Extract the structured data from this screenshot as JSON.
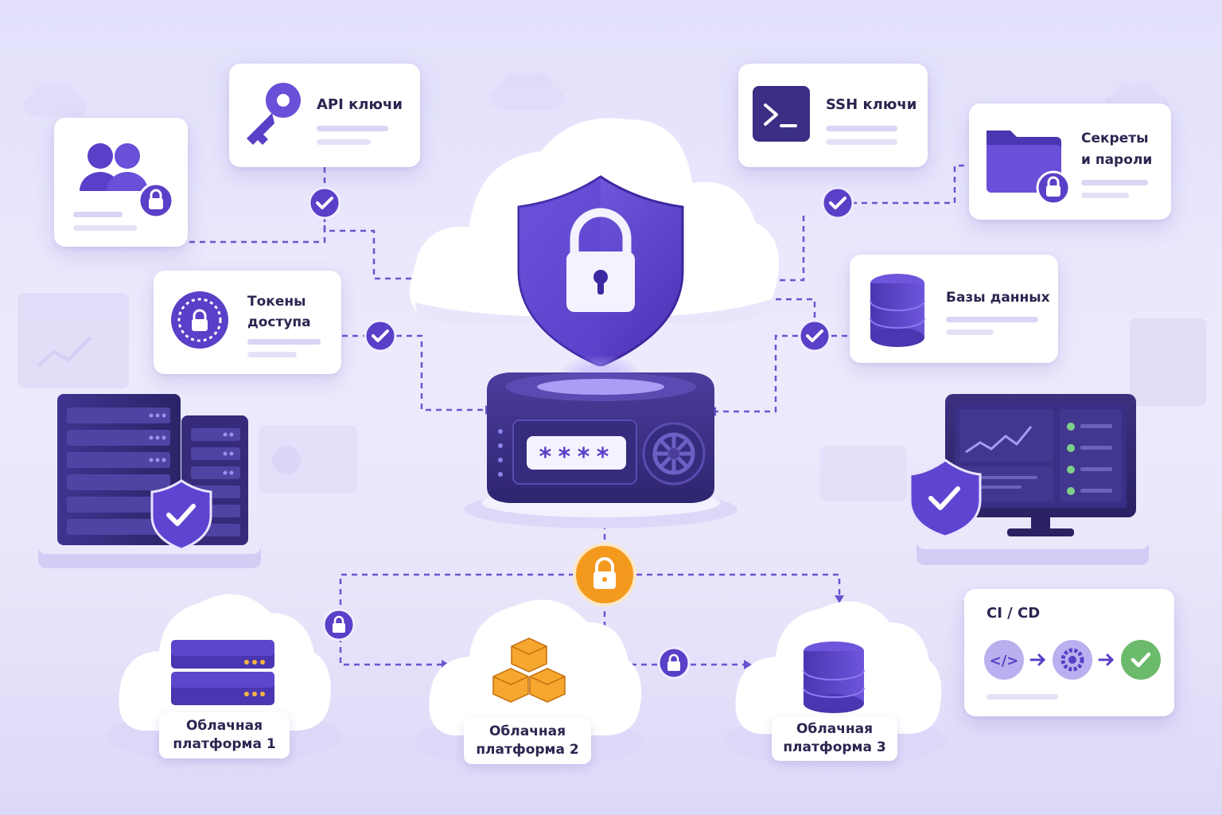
{
  "nodes": {
    "api_keys": {
      "label": "API ключи"
    },
    "ssh_keys": {
      "label": "SSH ключи"
    },
    "secrets": {
      "label_line1": "Секреты",
      "label_line2": "и пароли"
    },
    "access_tokens": {
      "label_line1": "Токены",
      "label_line2": "доступа"
    },
    "databases": {
      "label": "Базы данных"
    },
    "vault": {
      "password_mask": "****"
    }
  },
  "cloud_platforms": [
    {
      "line1": "Облачная",
      "line2": "платформа 1"
    },
    {
      "line1": "Облачная",
      "line2": "платформа 2"
    },
    {
      "line1": "Облачная",
      "line2": "платформа 3"
    }
  ],
  "cicd": {
    "title": "CI / CD",
    "steps": [
      "code-icon",
      "gear-icon",
      "check-icon"
    ]
  },
  "colors": {
    "primary": "#5a3fc8",
    "primary_dark": "#3a2a86",
    "accent_orange": "#f39a1e",
    "success_green": "#6cba6c",
    "connector": "#6a55cf"
  }
}
